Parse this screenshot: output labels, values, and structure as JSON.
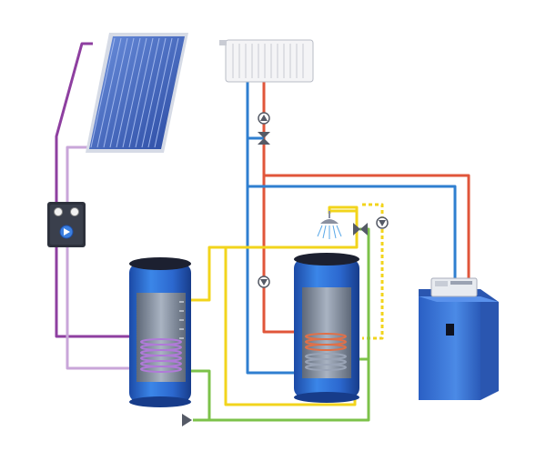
{
  "diagram": {
    "kind": "solar-thermal-heating-schematic",
    "components": [
      {
        "id": "solar-collector",
        "icon": "solar-panel"
      },
      {
        "id": "radiator",
        "icon": "radiator"
      },
      {
        "id": "solar-pump-station",
        "icon": "pump-station"
      },
      {
        "id": "solar-buffer-tank",
        "icon": "storage-tank"
      },
      {
        "id": "hot-water-tank",
        "icon": "storage-tank"
      },
      {
        "id": "boiler",
        "icon": "boiler"
      },
      {
        "id": "shower-head",
        "icon": "shower"
      },
      {
        "id": "pumps",
        "icon": "pump"
      },
      {
        "id": "valves",
        "icon": "mixing-valve"
      }
    ],
    "pipe_colors": {
      "solar_flow": "#8e3fa0",
      "solar_return": "#c9a6d9",
      "heating_flow": "#e0553a",
      "heating_return": "#2f7fd0",
      "hot_water": "#f2d41c",
      "cold_water": "#7cc24a"
    },
    "colors": {
      "tank_body": "#2f6fd6",
      "tank_dark": "#1a3f8c",
      "tank_cap": "#1c2030",
      "collector": "#3a5fb8",
      "boiler_body": "#3f7be0",
      "coil_solar": "#b07ad8",
      "coil_boiler": "#e07048"
    }
  }
}
